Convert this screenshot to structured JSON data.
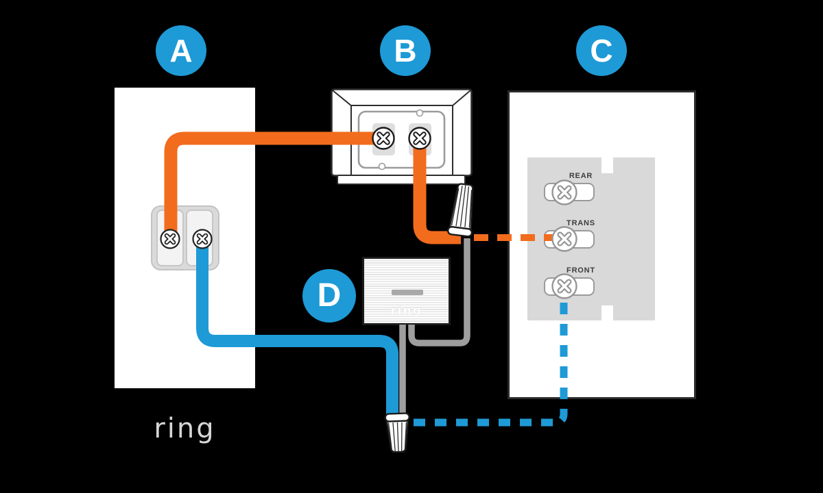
{
  "badges": {
    "a": "A",
    "b": "B",
    "c": "C",
    "d": "D"
  },
  "backplate_a": {
    "brand": "ring"
  },
  "junction_box_c": {
    "terminals": [
      {
        "label": "REAR"
      },
      {
        "label": "TRANS"
      },
      {
        "label": "FRONT"
      }
    ]
  },
  "power_kit_d": {
    "brand": "ring"
  },
  "colors": {
    "background": "#000000",
    "badge_blue": "#1e9ad6",
    "wire_orange": "#f26c1d",
    "wire_blue": "#1e9ad6",
    "wire_gray": "#9e9e9e",
    "panel_gray": "#d9d9d9",
    "box_outline": "#2b2b2b"
  },
  "icons": {
    "screw": "screw-x-icon",
    "wire_nut": "wire-nut-icon"
  }
}
